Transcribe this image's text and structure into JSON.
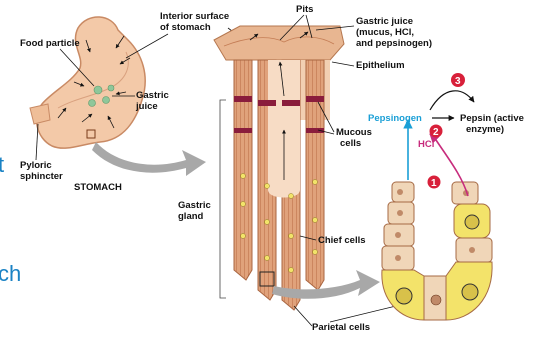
{
  "labels": {
    "food_particle": "Food particle",
    "interior_surface_1": "Interior surface",
    "interior_surface_2": "of stomach",
    "pits": "Pits",
    "gastric_juice_1": "Gastric juice",
    "gastric_juice_2": "(mucus, HCl,",
    "gastric_juice_3": "and pepsinogen)",
    "epithelium": "Epithelium",
    "stomach_gastric_juice_1": "Gastric",
    "stomach_gastric_juice_2": "juice",
    "pyloric_1": "Pyloric",
    "pyloric_2": "sphincter",
    "stomach": "STOMACH",
    "mucous_1": "Mucous",
    "mucous_2": "cells",
    "gastric_gland_1": "Gastric",
    "gastric_gland_2": "gland",
    "chief_cells": "Chief cells",
    "parietal_cells": "Parietal cells",
    "pepsinogen": "Pepsinogen",
    "pepsin_1": "Pepsin (active",
    "pepsin_2": "enzyme)",
    "hcl": "HCl",
    "step_1": "1",
    "step_2": "2",
    "step_3": "3",
    "edge_char_1": "t",
    "edge_char_2": "ch"
  },
  "colors": {
    "stomach_fill": "#f3c9a8",
    "gland_fill": "#e0a27b",
    "gland_dark": "#c8794f",
    "mucous_band": "#8a1d3c",
    "chief_fill": "#f0d6b8",
    "parietal_fill": "#f3e36a",
    "pepsinogen_text": "#1a9fd6",
    "hcl_text": "#c72c7d",
    "badge": "#d8203a",
    "edge_text": "#1a82c4",
    "arrow_gray": "#9a9a9a"
  }
}
